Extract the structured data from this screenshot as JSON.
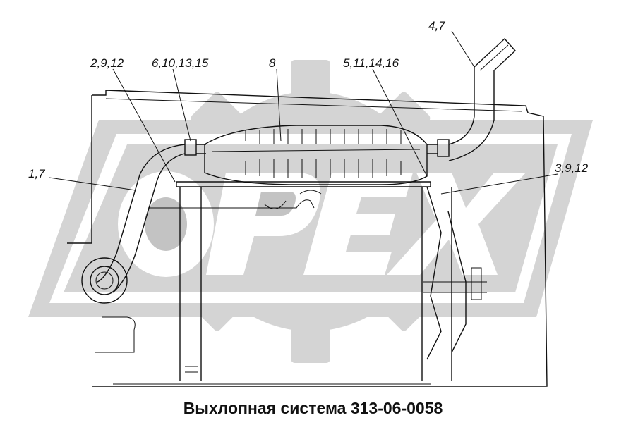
{
  "diagram": {
    "callouts": [
      {
        "id": "c1",
        "text": "2,9,12"
      },
      {
        "id": "c2",
        "text": "6,10,13,15"
      },
      {
        "id": "c3",
        "text": "8"
      },
      {
        "id": "c4",
        "text": "5,11,14,16"
      },
      {
        "id": "c5",
        "text": "4,7"
      },
      {
        "id": "c6",
        "text": "1,7"
      },
      {
        "id": "c7",
        "text": "3,9,12"
      }
    ],
    "watermark": "OPEX",
    "caption": "Выхлопная система 313-06-0058"
  }
}
